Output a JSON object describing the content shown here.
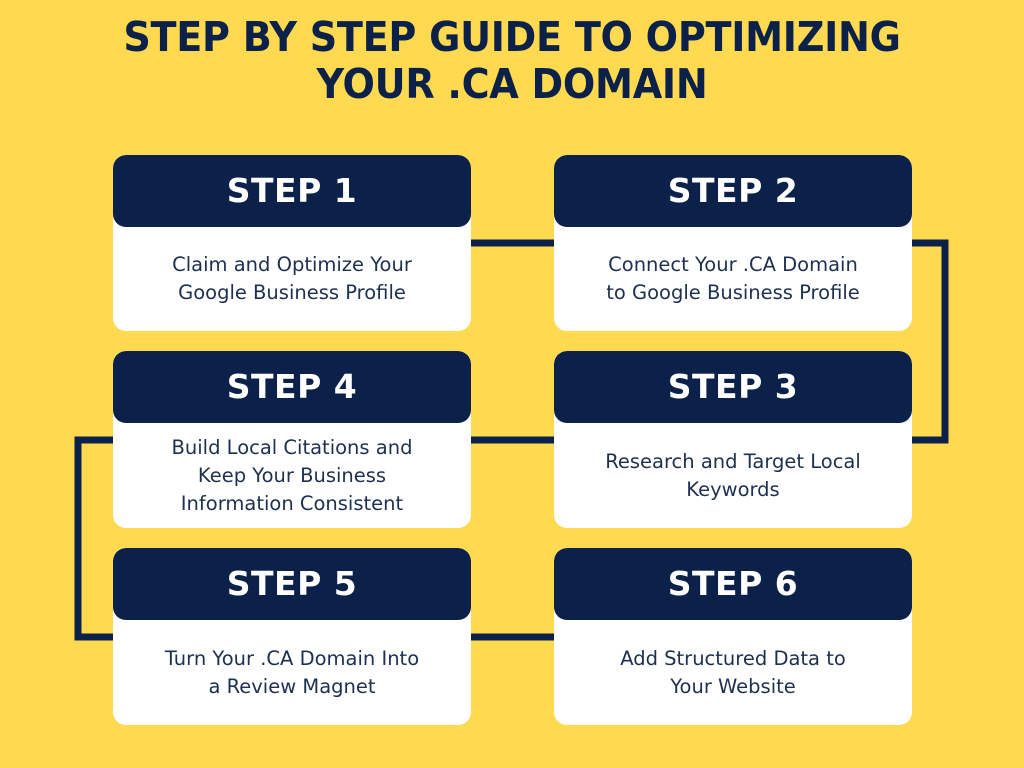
{
  "palette": {
    "background": "#FFD94F",
    "navy": "#0B2149",
    "card_body": "#FFFFFF",
    "body_text": "#1D3050",
    "head_text": "#FFFFFF"
  },
  "title": {
    "line1": "STEP BY STEP GUIDE TO OPTIMIZING",
    "line2": "YOUR .CA DOMAIN",
    "full": "STEP BY STEP GUIDE TO OPTIMIZING YOUR .CA DOMAIN"
  },
  "steps": [
    {
      "id": "step-1",
      "head": "STEP 1",
      "body": "Claim and Optimize Your\nGoogle Business Profile",
      "column": "left",
      "row": 1
    },
    {
      "id": "step-2",
      "head": "STEP 2",
      "body": "Connect Your .CA Domain\nto Google Business Profile",
      "column": "right",
      "row": 1
    },
    {
      "id": "step-4",
      "head": "STEP 4",
      "body": "Build Local Citations and\nKeep Your Business\nInformation Consistent",
      "column": "left",
      "row": 2
    },
    {
      "id": "step-3",
      "head": "STEP 3",
      "body": "Research and Target Local\nKeywords",
      "column": "right",
      "row": 2
    },
    {
      "id": "step-5",
      "head": "STEP 5",
      "body": "Turn Your .CA Domain Into\na Review Magnet",
      "column": "left",
      "row": 3
    },
    {
      "id": "step-6",
      "head": "STEP 6",
      "body": "Add Structured Data to\nYour Website",
      "column": "right",
      "row": 3
    }
  ],
  "connectors": [
    {
      "id": "connector-1-to-2",
      "from": "step-1",
      "to": "step-2",
      "shape": "horizontal"
    },
    {
      "id": "connector-2-to-3",
      "from": "step-2",
      "to": "step-3",
      "shape": "right-elbow"
    },
    {
      "id": "connector-3-to-4",
      "from": "step-3",
      "to": "step-4",
      "shape": "horizontal"
    },
    {
      "id": "connector-4-to-5",
      "from": "step-4",
      "to": "step-5",
      "shape": "left-elbow"
    },
    {
      "id": "connector-5-to-6",
      "from": "step-5",
      "to": "step-6",
      "shape": "horizontal"
    }
  ]
}
